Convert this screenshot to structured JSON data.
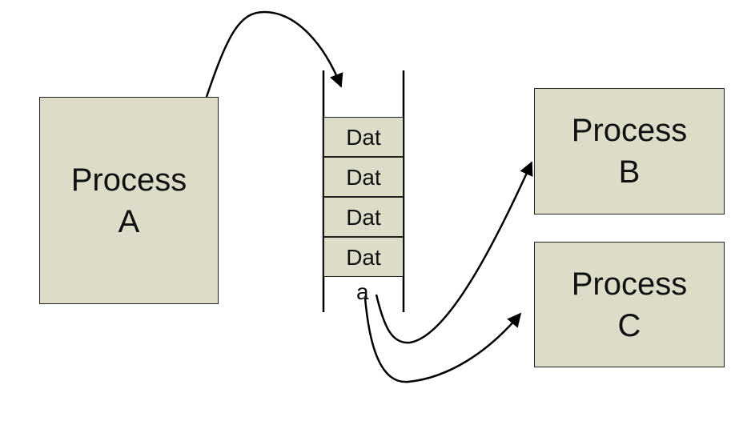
{
  "processes": {
    "a": [
      "Process",
      "A"
    ],
    "b": [
      "Process",
      "B"
    ],
    "c": [
      "Process",
      "C"
    ]
  },
  "queue": {
    "cells": [
      "Dat",
      "Dat",
      "Dat",
      "Dat"
    ],
    "tail": "a"
  },
  "colors": {
    "box_fill": "#dcdcc8",
    "stroke": "#000000"
  }
}
